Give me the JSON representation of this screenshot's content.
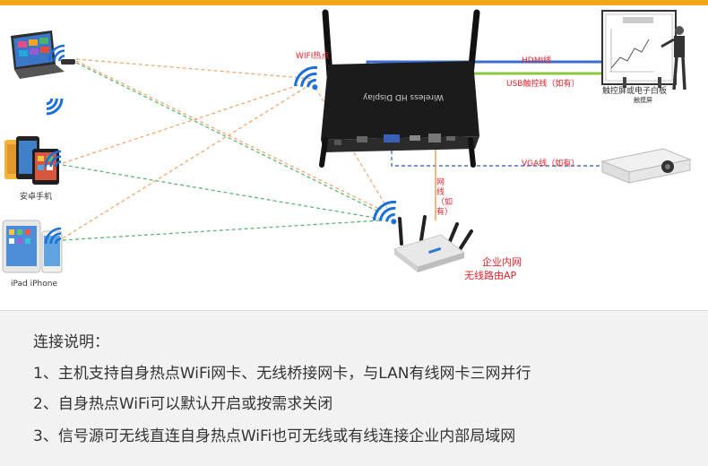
{
  "labels": {
    "wifi_hotspot": "WIFI热点",
    "hdmi_cable": "HDMI线",
    "usb_touch_cable": "USB触控线（如有）",
    "touch_screen": "触控屏或电子白板",
    "touch_screen_sub": "触摸屏",
    "vga_cable": "VGA线（如有）",
    "network_cable": "网线（如有）",
    "enterprise_intranet": "企业内网",
    "wireless_router": "无线路由AP",
    "android_phone": "安卓手机",
    "ipad_iphone": "iPad iPhone",
    "device_brand": "Wireless HD Display"
  },
  "notes": {
    "title": "连接说明：",
    "items": [
      "1、主机支持自身热点WiFi网卡、无线桥接网卡，与LAN有线网卡三网并行",
      "2、自身热点WiFi可以默认开启或按需求关闭",
      "3、信号源可无线直连自身热点WiFi也可无线或有线连接企业内部局域网"
    ]
  },
  "colors": {
    "accent": "#f4a61c",
    "hdmi_line": "#3b6fd1",
    "usb_line": "#8cc63f",
    "vga_line": "#4a74c9",
    "wifi_blue": "#1a6fd8",
    "orange_dash": "#f3a366",
    "green_dash": "#55b06c",
    "red_text": "#e3242b"
  },
  "icons": [
    "laptop-icon",
    "android-phone-icon",
    "ipad-iphone-icon",
    "wifi-icon",
    "wireless-display-host-icon",
    "router-icon",
    "whiteboard-icon",
    "projector-icon"
  ]
}
